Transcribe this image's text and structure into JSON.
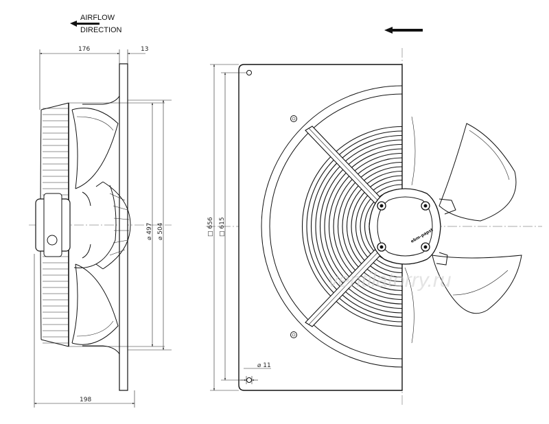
{
  "airflow_label": {
    "line1": "AIRFLOW",
    "line2": "DIRECTION"
  },
  "side_view": {
    "dims": {
      "depth": "176",
      "flange": "13",
      "total_depth": "198",
      "guard_diameter": "⌀ 497",
      "flange_diameter": "⌀ 504"
    }
  },
  "front_view": {
    "dims": {
      "plate_size": "□ 656",
      "hole_spacing": "□ 615",
      "hole_diameter": "⌀ 11"
    },
    "motor_label": "ebm-papst"
  },
  "watermark": "ventilatorry.ru"
}
